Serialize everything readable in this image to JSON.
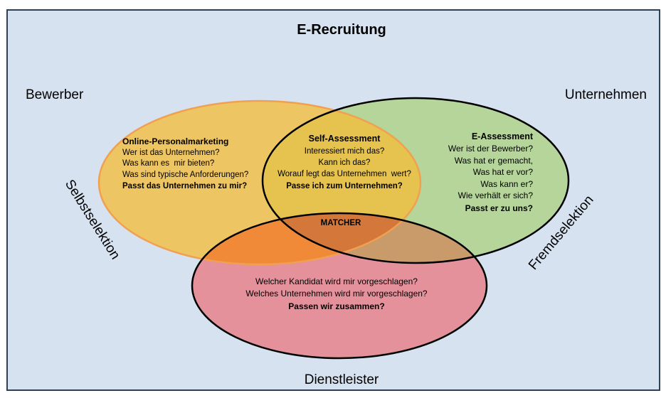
{
  "title": "E-Recruitung",
  "corners": {
    "bewerber": "Bewerber",
    "unternehmen": "Unternehmen",
    "dienstleister": "Dienstleister"
  },
  "side_labels": {
    "left": "Selbstselektion",
    "right": "Fremdselektion"
  },
  "regions": {
    "online": {
      "heading": "Online-Personalmarketing",
      "lines": [
        "Wer ist das Unternehmen?",
        "Was kann es  mir bieten?",
        "Was sind typische Anforderungen?"
      ],
      "conclusion": "Passt das Unternehmen zu mir?"
    },
    "self": {
      "heading": "Self-Assessment",
      "lines": [
        "Interessiert mich das?",
        "Kann ich das?",
        "Worauf legt das Unternehmen  wert?"
      ],
      "conclusion": "Passe ich zum Unternehmen?"
    },
    "e": {
      "heading": "E-Assessment",
      "lines": [
        "Wer ist der Bewerber?",
        "Was hat er gemacht,",
        "Was hat er vor?",
        "Was kann er?",
        "Wie verhält er sich?"
      ],
      "conclusion": "Passt er zu uns?"
    },
    "matcher": {
      "label": "MATCHER"
    },
    "dienst": {
      "lines": [
        "Welcher Kandidat wird mir vorgeschlagen?",
        "Welches Unternehmen wird mir vorgeschlagen?"
      ],
      "conclusion": "Passen wir zusammen?"
    }
  },
  "colors": {
    "background": "#d6e2f0",
    "frame": "#2e3f58",
    "orange_fill": "#f4bc3a",
    "orange_stroke": "#f0a050",
    "green_fill": "#b5d59a",
    "pink_fill": "#e4919c",
    "outline": "#000000"
  }
}
